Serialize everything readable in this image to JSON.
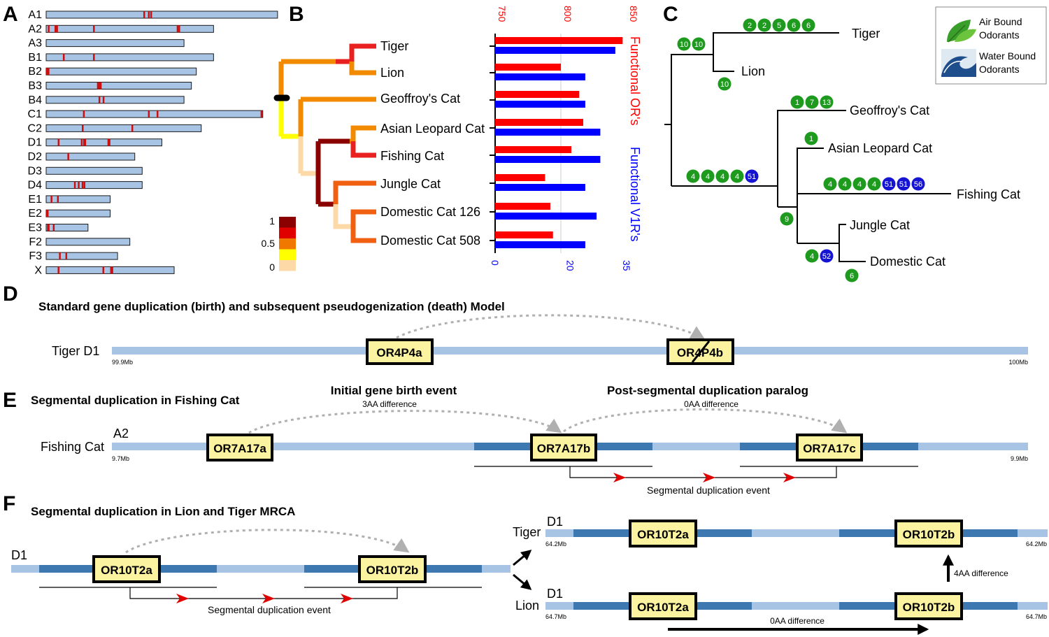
{
  "panels": {
    "a": "A",
    "b": "B",
    "c": "C",
    "d": "D",
    "e": "E",
    "f": "F"
  },
  "panel_a": {
    "chromosomes": [
      {
        "name": "A1",
        "len": 0.94,
        "marks": [
          0.42,
          0.44,
          0.45
        ]
      },
      {
        "name": "A2",
        "len": 0.68,
        "marks": [
          0.01,
          0.05,
          0.06,
          0.28,
          0.78,
          0.79
        ]
      },
      {
        "name": "A3",
        "len": 0.56,
        "marks": []
      },
      {
        "name": "B1",
        "len": 0.68,
        "marks": [
          0.1,
          0.28
        ]
      },
      {
        "name": "B2",
        "len": 0.61,
        "marks": [
          0.0,
          0.01
        ]
      },
      {
        "name": "B3",
        "len": 0.59,
        "marks": [
          0.35,
          0.36,
          0.37
        ]
      },
      {
        "name": "B4",
        "len": 0.56,
        "marks": [
          0.38,
          0.41
        ]
      },
      {
        "name": "C1",
        "len": 0.88,
        "marks": [
          0.17,
          0.47,
          0.51,
          0.99
        ]
      },
      {
        "name": "C2",
        "len": 0.63,
        "marks": [
          0.23,
          0.55
        ]
      },
      {
        "name": "D1",
        "len": 0.47,
        "marks": [
          0.1,
          0.3,
          0.32,
          0.33,
          0.53,
          0.54
        ]
      },
      {
        "name": "D2",
        "len": 0.36,
        "marks": [
          0.24
        ]
      },
      {
        "name": "D3",
        "len": 0.39,
        "marks": []
      },
      {
        "name": "D4",
        "len": 0.39,
        "marks": [
          0.29,
          0.33,
          0.37,
          0.39
        ]
      },
      {
        "name": "E1",
        "len": 0.26,
        "marks": [
          0.07,
          0.17
        ]
      },
      {
        "name": "E2",
        "len": 0.26,
        "marks": [
          0.0,
          0.01
        ]
      },
      {
        "name": "E3",
        "len": 0.17,
        "marks": [
          0.02,
          0.04,
          0.16
        ]
      },
      {
        "name": "F2",
        "len": 0.34,
        "marks": []
      },
      {
        "name": "F3",
        "len": 0.29,
        "marks": [
          0.18,
          0.27
        ]
      },
      {
        "name": "X",
        "len": 0.52,
        "marks": [
          0.09,
          0.44,
          0.5,
          0.51
        ]
      }
    ]
  },
  "panel_b": {
    "species": [
      "Tiger",
      "Lion",
      "Geoffroy's Cat",
      "Asian Leopard Cat",
      "Fishing Cat",
      "Jungle Cat",
      "Domestic Cat 126",
      "Domestic Cat 508"
    ],
    "scale_labels": [
      "1",
      "0.5",
      "0"
    ],
    "scale_colors": [
      "#8b0000",
      "#e00000",
      "#f07800",
      "#ffff00",
      "#fdd9a8"
    ],
    "series": [
      {
        "name": "Functional OR's",
        "color": "#ff0000",
        "values": [
          847,
          800,
          814,
          817,
          808,
          788,
          792,
          794
        ]
      },
      {
        "name": "Functional V1R's",
        "color": "#0000ff",
        "values": [
          32,
          24,
          24,
          28,
          28,
          24,
          27,
          24
        ]
      }
    ],
    "top_axis": {
      "min": 750,
      "max": 850,
      "ticks": [
        "750",
        "800",
        "850"
      ]
    },
    "bottom_axis": {
      "min": 0,
      "max": 35,
      "ticks": [
        "0",
        "20",
        "35"
      ]
    }
  },
  "panel_c": {
    "species": [
      "Tiger",
      "Lion",
      "Geoffroy's Cat",
      "Asian Leopard Cat",
      "Fishing Cat",
      "Jungle Cat",
      "Domestic Cat"
    ],
    "legend": {
      "air": "Air Bound\nOdorants",
      "air_lines": [
        "Air Bound",
        "Odorants"
      ],
      "water_lines": [
        "Water Bound",
        "Odorants"
      ]
    },
    "colors": {
      "air": "#1e9a1e",
      "water": "#1414d2"
    },
    "badges": {
      "tiger": [
        [
          "2",
          "a"
        ],
        [
          "2",
          "a"
        ],
        [
          "5",
          "a"
        ],
        [
          "6",
          "a"
        ],
        [
          "6",
          "a"
        ]
      ],
      "tigerlion": [
        [
          "10",
          "a"
        ],
        [
          "10",
          "a"
        ]
      ],
      "lion": [
        [
          "10",
          "a"
        ]
      ],
      "geoffroy": [
        [
          "1",
          "a"
        ],
        [
          "7",
          "a"
        ],
        [
          "13",
          "a"
        ]
      ],
      "leopard": [
        [
          "1",
          "a"
        ]
      ],
      "smallcats": [
        [
          "4",
          "a"
        ],
        [
          "4",
          "a"
        ],
        [
          "4",
          "a"
        ],
        [
          "4",
          "a"
        ],
        [
          "51",
          "w"
        ]
      ],
      "fishing": [
        [
          "4",
          "a"
        ],
        [
          "4",
          "a"
        ],
        [
          "4",
          "a"
        ],
        [
          "4",
          "a"
        ],
        [
          "51",
          "w"
        ],
        [
          "51",
          "w"
        ],
        [
          "56",
          "w"
        ]
      ],
      "node9": [
        [
          "9",
          "a"
        ]
      ],
      "jungledom": [
        [
          "4",
          "a"
        ],
        [
          "52",
          "w"
        ]
      ],
      "domestic": [
        [
          "6",
          "a"
        ]
      ]
    }
  },
  "panel_d": {
    "title": "Standard gene duplication (birth) and subsequent pseudogenization (death) Model",
    "track": "Tiger D1",
    "start": "99.9Mb",
    "end": "100Mb",
    "gene1": "OR4P4a",
    "gene2": "OR4P4b"
  },
  "panel_e": {
    "title": "Segmental duplication in Fishing Cat",
    "note1": "Initial gene birth event",
    "diff1": "3AA difference",
    "note2": "Post-segmental duplication paralog",
    "diff2": "0AA difference",
    "chrom": "A2",
    "track": "Fishing Cat",
    "start": "9.7Mb",
    "end": "9.9Mb",
    "genes": [
      "OR7A17a",
      "OR7A17b",
      "OR7A17c"
    ],
    "event": "Segmental duplication event"
  },
  "panel_f": {
    "title": "Segmental duplication in Lion and Tiger MRCA",
    "chrom": "D1",
    "genes": [
      "OR10T2a",
      "OR10T2b"
    ],
    "event": "Segmental duplication event",
    "tiger": {
      "label": "Tiger",
      "chrom": "D1",
      "start": "64.2Mb",
      "end": "64.2Mb"
    },
    "lion": {
      "label": "Lion",
      "chrom": "D1",
      "start": "64.7Mb",
      "end": "64.7Mb"
    },
    "diff_vertical": "4AA difference",
    "diff_horizontal": "0AA difference"
  }
}
